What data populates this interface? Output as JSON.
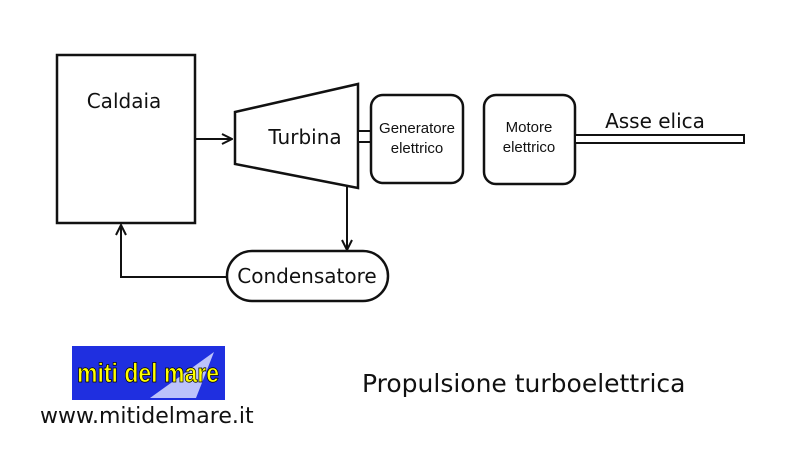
{
  "diagram": {
    "boiler_label": "Caldaia",
    "turbine_label": "Turbina",
    "generator_label_line1": "Generatore",
    "generator_label_line2": "elettrico",
    "motor_label_line1": "Motore",
    "motor_label_line2": "elettrico",
    "shaft_label": "Asse elica",
    "condenser_label": "Condensatore"
  },
  "logo": {
    "text": "miti del mare",
    "bg_color": "#1f2fe0",
    "text_color": "#ffff00"
  },
  "footer": {
    "url": "www.mitidelmare.it",
    "caption": "Propulsione turboelettrica"
  }
}
